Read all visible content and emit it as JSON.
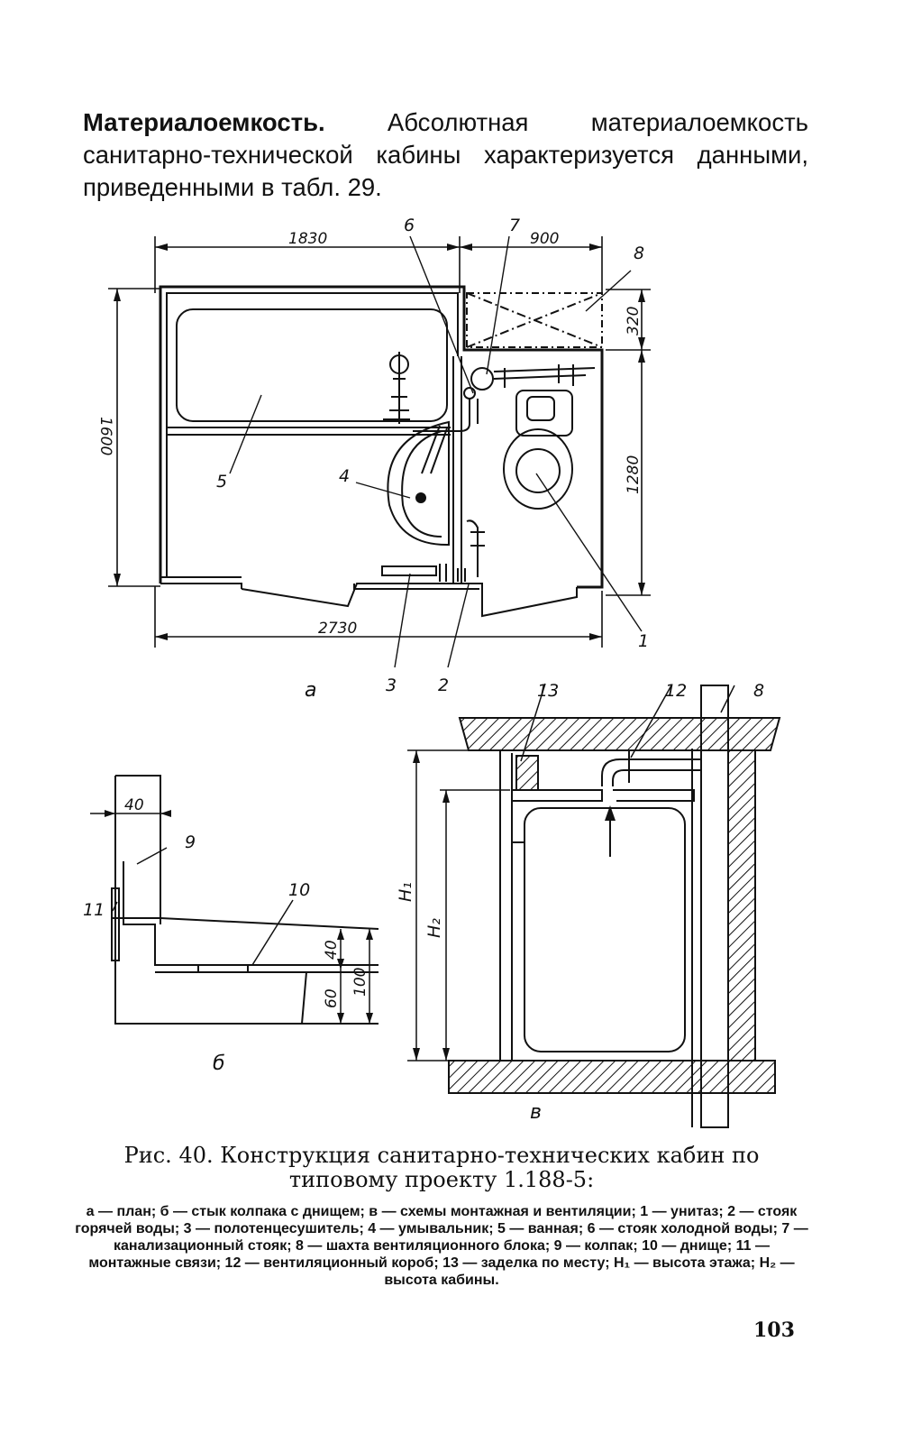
{
  "paragraph": {
    "lead": "Материалоемкость.",
    "text": " Абсолютная материалоемкость санитарно-технической кабины характеризуется данными, приведенными в табл. 29."
  },
  "figure": {
    "dimensions": {
      "d1830": "1830",
      "d900": "900",
      "d320": "320",
      "d1600": "1600",
      "d1280": "1280",
      "d2730": "2730",
      "d40_top": "40",
      "d40_side": "40",
      "d60": "60",
      "d100": "100"
    },
    "heights": {
      "h1": "H₁",
      "h2": "H₂"
    },
    "callouts": {
      "n1": "1",
      "n2": "2",
      "n3": "3",
      "n4": "4",
      "n5": "5",
      "n6": "6",
      "n7": "7",
      "n8a": "8",
      "n8b": "8",
      "n9": "9",
      "n10": "10",
      "n11": "11",
      "n12": "12",
      "n13": "13"
    },
    "panel_labels": {
      "a": "а",
      "b": "б",
      "v": "в"
    }
  },
  "caption": {
    "title": "Рис. 40. Конструкция санитарно-технических кабин по типовому проекту 1.188-5:",
    "legend": "а — план; б — стык колпака с днищем; в — схемы монтажная и вентиляции; 1 — унитаз; 2 — стояк горячей воды; 3 — полотенцесушитель; 4 — умывальник; 5 — ванная; 6 — стояк холодной воды; 7 — канализационный стояк; 8 — шахта вентиляционного блока; 9 — колпак; 10 — днище; 11 — монтажные связи; 12 — вентиляционный короб; 13 — заделка по месту; H₁ — высота этажа; H₂ — высота кабины."
  },
  "page_number": "103"
}
